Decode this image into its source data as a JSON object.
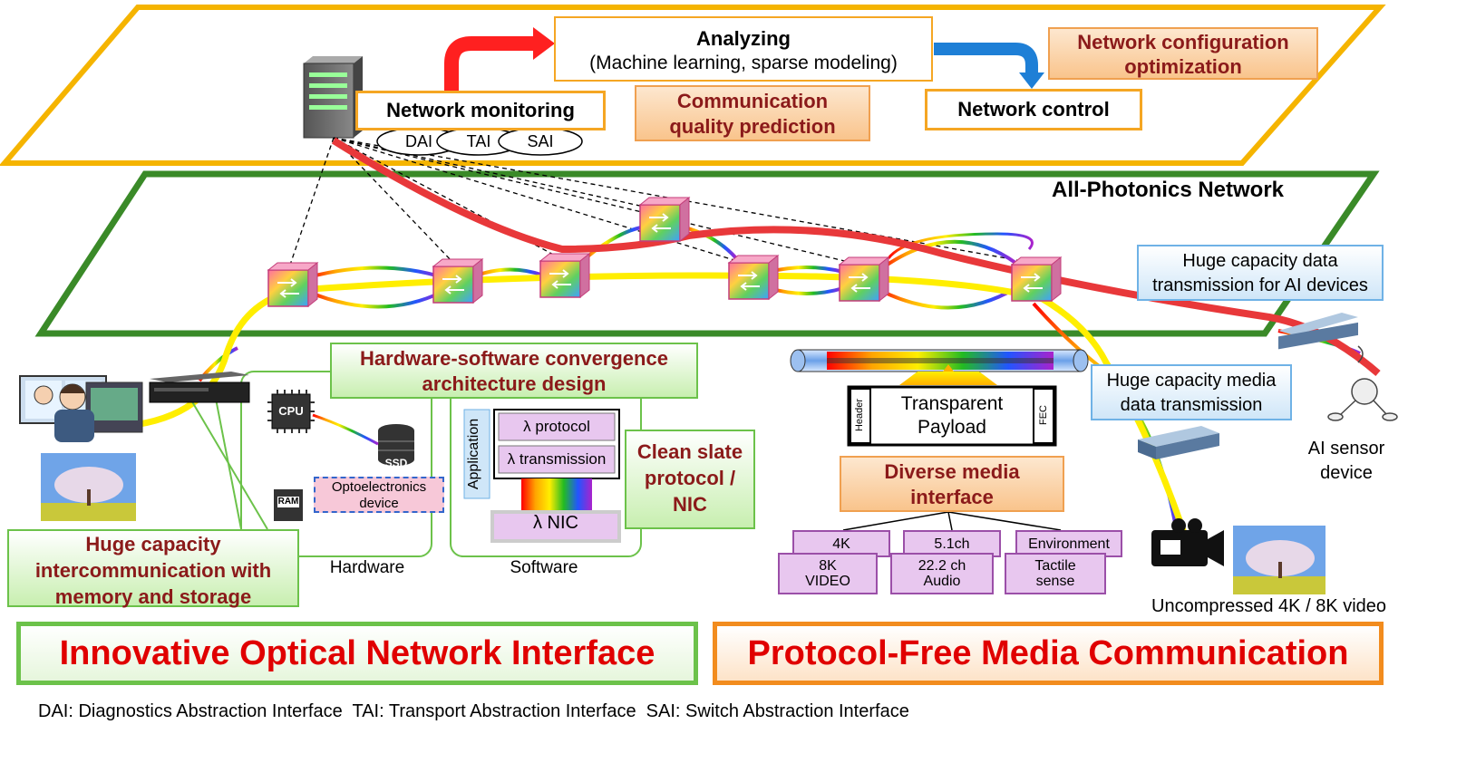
{
  "top_layer": {
    "analyzing_title": "Analyzing",
    "analyzing_sub": "(Machine learning, sparse modeling)",
    "network_monitoring": "Network monitoring",
    "network_control": "Network control",
    "comm_quality_line1": "Communication",
    "comm_quality_line2": "quality prediction",
    "net_config_line1": "Network configuration",
    "net_config_line2": "optimization",
    "interfaces": [
      "DAI",
      "TAI",
      "SAI"
    ]
  },
  "apn": {
    "title": "All-Photonics Network",
    "huge_ai_line1": "Huge capacity data",
    "huge_ai_line2": "transmission for AI devices",
    "huge_media_line1": "Huge capacity media",
    "huge_media_line2": "data transmission",
    "ai_sensor_line1": "AI sensor",
    "ai_sensor_line2": "device",
    "uncompressed": "Uncompressed 4K / 8K video"
  },
  "left_section": {
    "hw_sw_line1": "Hardware-software convergence",
    "hw_sw_line2": "architecture design",
    "cpu": "CPU",
    "ssd": "SSD",
    "ram": "RAM",
    "opto_line1": "Optoelectronics",
    "opto_line2": "device",
    "hardware": "Hardware",
    "software": "Software",
    "application": "Application",
    "lambda_protocol": "λ protocol",
    "lambda_transmission": "λ transmission",
    "lambda_nic": "λ NIC",
    "clean_slate_line1": "Clean slate",
    "clean_slate_line2": "protocol /",
    "clean_slate_line3": "NIC",
    "huge_mem_line1": "Huge capacity",
    "huge_mem_line2": "intercommunication with",
    "huge_mem_line3": "memory and storage"
  },
  "right_section": {
    "header": "Header",
    "fec": "FEC",
    "payload_line1": "Transparent",
    "payload_line2": "Payload",
    "diverse_line1": "Diverse media",
    "diverse_line2": "interface",
    "media_items": [
      {
        "line1": "4K",
        "line2": ""
      },
      {
        "line1": "8K",
        "line2": "VIDEO"
      },
      {
        "line1": "5.1ch",
        "line2": ""
      },
      {
        "line1": "22.2 ch",
        "line2": "Audio"
      },
      {
        "line1": "Environment",
        "line2": ""
      },
      {
        "line1": "Tactile",
        "line2": "sense"
      }
    ]
  },
  "banners": {
    "left": "Innovative Optical Network Interface",
    "right": "Protocol-Free Media Communication"
  },
  "footnote": "DAI: Diagnostics Abstraction Interface  TAI: Transport Abstraction Interface  SAI: Switch Abstraction Interface",
  "colors": {
    "top_frame": "#f5b400",
    "apn_frame": "#3a8a28",
    "red_path": "#e8383a",
    "yellow_path": "#ffee00",
    "banner_left_border": "#6cc24a",
    "banner_right_border": "#f28c1e",
    "banner_text": "#e00000",
    "arrow_red": "#ff2020",
    "arrow_blue": "#1e7fd6"
  }
}
